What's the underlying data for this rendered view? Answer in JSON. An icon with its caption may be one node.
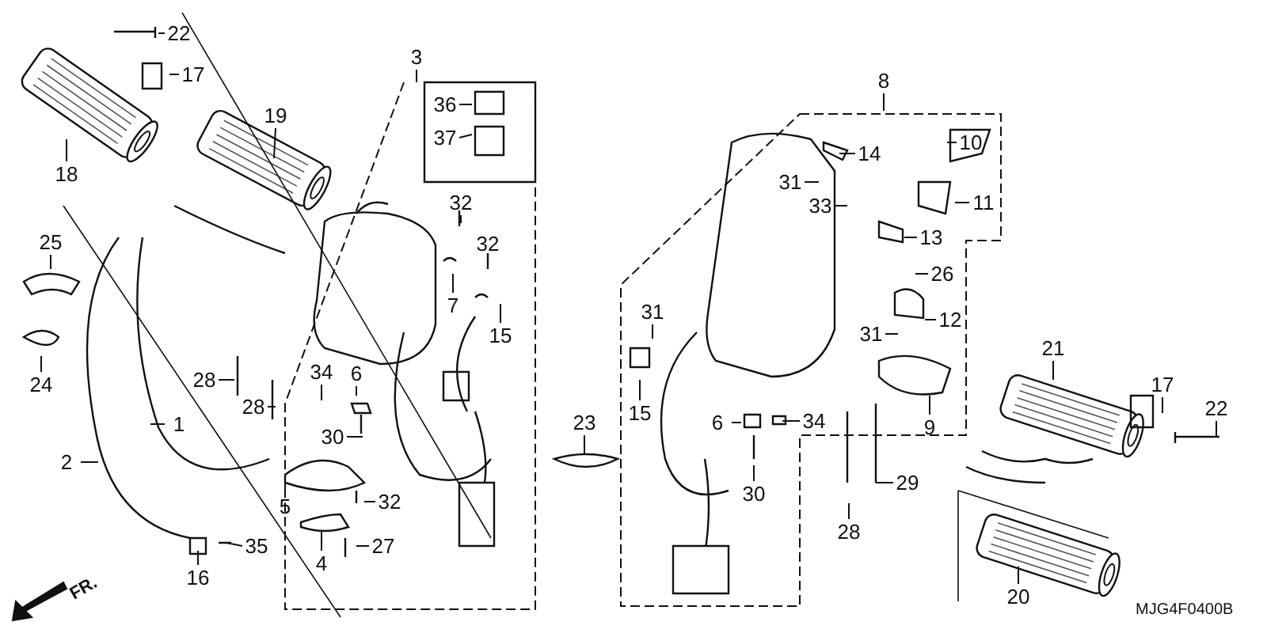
{
  "diagram": {
    "nodes": [
      {
        "text": [
          "22"
        ]
      },
      {
        "text": [
          "17"
        ]
      },
      {
        "text": [
          "3"
        ]
      },
      {
        "text": [
          "36"
        ]
      },
      {
        "text": [
          "19"
        ]
      },
      {
        "text": [
          "37"
        ]
      },
      {
        "text": [
          "18"
        ]
      },
      {
        "text": [
          "32"
        ]
      },
      {
        "text": [
          "25"
        ]
      },
      {
        "text": [
          "32"
        ]
      },
      {
        "text": [
          "7"
        ]
      },
      {
        "text": [
          "15"
        ]
      },
      {
        "text": [
          "24"
        ]
      },
      {
        "text": [
          "28"
        ]
      },
      {
        "text": [
          "34"
        ]
      },
      {
        "text": [
          "6"
        ]
      },
      {
        "text": [
          "28"
        ]
      },
      {
        "text": [
          "1"
        ]
      },
      {
        "text": [
          "30"
        ]
      },
      {
        "text": [
          "2"
        ]
      },
      {
        "text": [
          "5"
        ]
      },
      {
        "text": [
          "32"
        ]
      },
      {
        "text": [
          "35"
        ]
      },
      {
        "text": [
          "27"
        ]
      },
      {
        "text": [
          "4"
        ]
      },
      {
        "text": [
          "16"
        ]
      },
      {
        "text": [
          "8"
        ]
      },
      {
        "text": [
          "10"
        ]
      },
      {
        "text": [
          "14"
        ]
      },
      {
        "text": [
          "31"
        ]
      },
      {
        "text": [
          "33"
        ]
      },
      {
        "text": [
          "11"
        ]
      },
      {
        "text": [
          "13"
        ]
      },
      {
        "text": [
          "26"
        ]
      },
      {
        "text": [
          "31"
        ]
      },
      {
        "text": [
          "12"
        ]
      },
      {
        "text": [
          "31"
        ]
      },
      {
        "text": [
          "21"
        ]
      },
      {
        "text": [
          "17"
        ]
      },
      {
        "text": [
          "22"
        ]
      },
      {
        "text": [
          "15"
        ]
      },
      {
        "text": [
          "23"
        ]
      },
      {
        "text": [
          "6"
        ]
      },
      {
        "text": [
          "34"
        ]
      },
      {
        "text": [
          "9"
        ]
      },
      {
        "text": [
          "29"
        ]
      },
      {
        "text": [
          "30"
        ]
      },
      {
        "text": [
          "28"
        ]
      },
      {
        "text": [
          "20"
        ]
      }
    ],
    "edges": [
      {
        "from": 0,
        "to": null,
        "arrow": "none"
      },
      {
        "from": 1,
        "to": null,
        "arrow": "none"
      },
      {
        "from": 2,
        "to": null,
        "arrow": "none"
      },
      {
        "from": 3,
        "to": null,
        "arrow": "none"
      },
      {
        "from": 4,
        "to": null,
        "arrow": "none"
      },
      {
        "from": 5,
        "to": null,
        "arrow": "none"
      },
      {
        "from": 6,
        "to": null,
        "arrow": "none"
      },
      {
        "from": 7,
        "to": null,
        "arrow": "none"
      },
      {
        "from": 8,
        "to": null,
        "arrow": "none"
      },
      {
        "from": 9,
        "to": null,
        "arrow": "none"
      },
      {
        "from": 10,
        "to": null,
        "arrow": "none"
      },
      {
        "from": 11,
        "to": null,
        "arrow": "none"
      },
      {
        "from": 12,
        "to": null,
        "arrow": "none"
      },
      {
        "from": 13,
        "to": null,
        "arrow": "none"
      },
      {
        "from": 14,
        "to": null,
        "arrow": "none"
      },
      {
        "from": 15,
        "to": null,
        "arrow": "none"
      },
      {
        "from": 16,
        "to": null,
        "arrow": "none"
      },
      {
        "from": 17,
        "to": null,
        "arrow": "none"
      },
      {
        "from": 18,
        "to": null,
        "arrow": "none"
      },
      {
        "from": 19,
        "to": null,
        "arrow": "none"
      },
      {
        "from": 20,
        "to": null,
        "arrow": "none"
      },
      {
        "from": 21,
        "to": null,
        "arrow": "none"
      },
      {
        "from": 22,
        "to": null,
        "arrow": "none"
      },
      {
        "from": 23,
        "to": null,
        "arrow": "none"
      },
      {
        "from": 24,
        "to": null,
        "arrow": "none"
      },
      {
        "from": 25,
        "to": null,
        "arrow": "none"
      },
      {
        "from": 26,
        "to": null,
        "arrow": "none"
      },
      {
        "from": 27,
        "to": null,
        "arrow": "none"
      },
      {
        "from": 28,
        "to": null,
        "arrow": "none"
      },
      {
        "from": 29,
        "to": null,
        "arrow": "none"
      },
      {
        "from": 30,
        "to": null,
        "arrow": "none"
      },
      {
        "from": 31,
        "to": null,
        "arrow": "none"
      },
      {
        "from": 32,
        "to": null,
        "arrow": "none"
      },
      {
        "from": 33,
        "to": null,
        "arrow": "none"
      },
      {
        "from": 34,
        "to": null,
        "arrow": "none"
      },
      {
        "from": 35,
        "to": null,
        "arrow": "none"
      },
      {
        "from": 36,
        "to": null,
        "arrow": "none"
      },
      {
        "from": 37,
        "to": null,
        "arrow": "none"
      },
      {
        "from": 38,
        "to": null,
        "arrow": "none"
      },
      {
        "from": 39,
        "to": null,
        "arrow": "none"
      },
      {
        "from": 40,
        "to": null,
        "arrow": "none"
      },
      {
        "from": 41,
        "to": null,
        "arrow": "none"
      },
      {
        "from": 42,
        "to": null,
        "arrow": "none"
      },
      {
        "from": 43,
        "to": null,
        "arrow": "none"
      },
      {
        "from": 44,
        "to": null,
        "arrow": "none"
      },
      {
        "from": 45,
        "to": null,
        "arrow": "none"
      },
      {
        "from": 46,
        "to": null,
        "arrow": "none"
      },
      {
        "from": 47,
        "to": null,
        "arrow": "none"
      },
      {
        "from": 48,
        "to": null,
        "arrow": "none"
      }
    ],
    "labels": [
      "FR.",
      "MJG4F0400B"
    ]
  }
}
